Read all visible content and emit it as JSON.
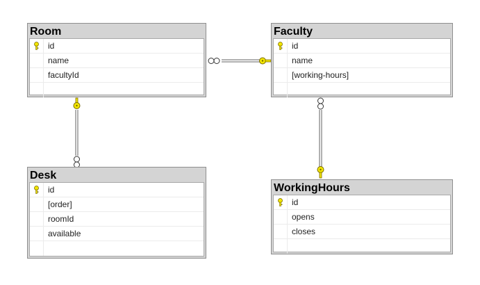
{
  "tables": {
    "room": {
      "title": "Room",
      "columns": [
        "id",
        "name",
        "facultyId"
      ],
      "key_column": "id"
    },
    "faculty": {
      "title": "Faculty",
      "columns": [
        "id",
        "name",
        "[working-hours]"
      ],
      "key_column": "id"
    },
    "desk": {
      "title": "Desk",
      "columns": [
        "id",
        "[order]",
        "roomId",
        "available"
      ],
      "key_column": "id"
    },
    "workinghours": {
      "title": "WorkingHours",
      "columns": [
        "id",
        "opens",
        "closes"
      ],
      "key_column": "id"
    }
  },
  "relationships": [
    {
      "from": "Room",
      "to": "Faculty",
      "from_end": "infinity-icon",
      "to_end": "key-icon"
    },
    {
      "from": "Desk",
      "to": "Room",
      "from_end": "infinity-icon",
      "to_end": "key-icon"
    },
    {
      "from": "WorkingHours",
      "to": "Faculty",
      "from_end": "key-icon",
      "to_end": "infinity-icon"
    }
  ],
  "colors": {
    "key": "#f2e600",
    "key_outline": "#7a6a00",
    "line": "#606060"
  }
}
